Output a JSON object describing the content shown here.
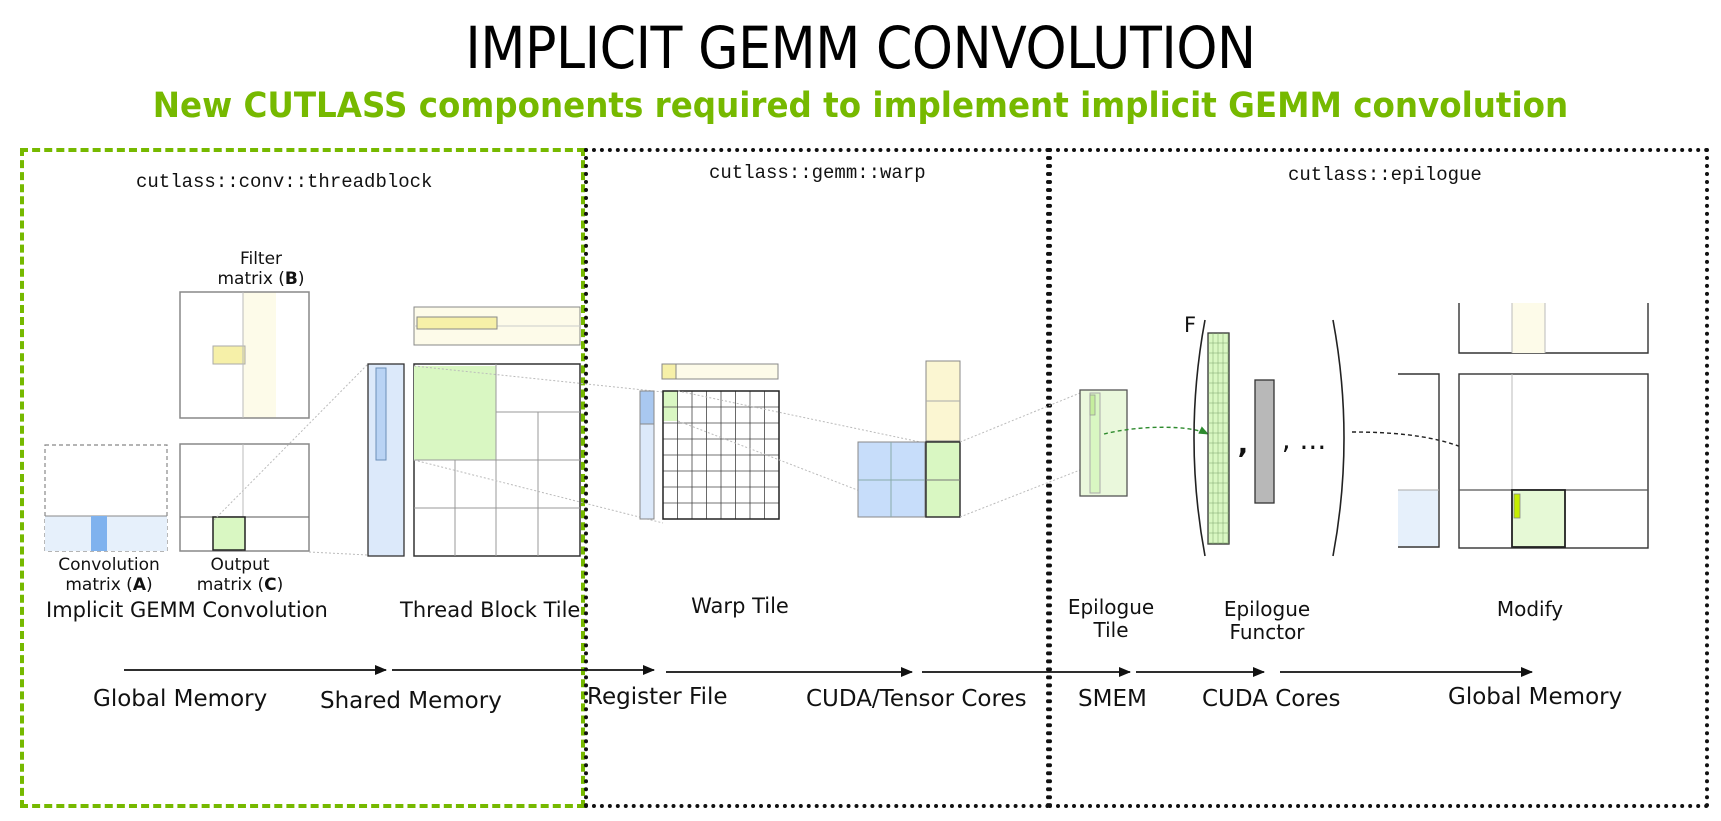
{
  "title": "IMPLICIT GEMM CONVOLUTION",
  "subtitle": "New CUTLASS components required to implement implicit GEMM convolution",
  "namespaces": {
    "threadblock": "cutlass::conv::threadblock",
    "warp": "cutlass::gemm::warp",
    "epilogue": "cutlass::epilogue"
  },
  "labels": {
    "filter_line1": "Filter",
    "filter_line2_pre": "matrix (",
    "filter_letter": "B",
    "filter_line2_post": ")",
    "conv_line1": "Convolution",
    "conv_line2_pre": "matrix (",
    "conv_letter": "A",
    "conv_line2_post": ")",
    "output_line1": "Output",
    "output_line2_pre": "matrix (",
    "output_letter": "C",
    "output_line2_post": ")",
    "implicit_gemm": "Implicit GEMM Convolution",
    "thread_block_tile": "Thread Block Tile",
    "warp_tile": "Warp Tile",
    "epilogue_tile_line1": "Epilogue",
    "epilogue_tile_line2": "Tile",
    "epilogue_functor_line1": "Epilogue",
    "epilogue_functor_line2": "Functor",
    "modify": "Modify",
    "functor_f": "F",
    "functor_comma1": ",",
    "functor_ellipsis": ", ..."
  },
  "memory_stages": [
    "Global Memory",
    "Shared Memory",
    "Register File",
    "CUDA/Tensor Cores",
    "SMEM",
    "CUDA Cores",
    "Global Memory"
  ],
  "colors": {
    "green_accent": "#76b900",
    "light_blue": "#cfe2f8",
    "mid_blue": "#7fb2ee",
    "light_green": "#d9f7c2",
    "light_yellow": "#fbf6d2",
    "yellow": "#f6f0a8",
    "gray": "#b8b8b8"
  }
}
